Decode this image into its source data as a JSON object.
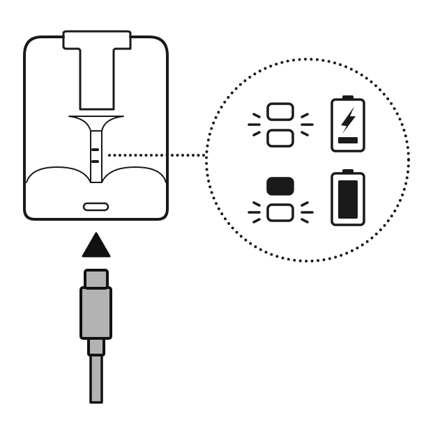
{
  "colors": {
    "ink": "#1a1a1a",
    "cable": "#b3b3b3",
    "background": "#ffffff"
  },
  "icons": [
    "charging-dock",
    "usb-port",
    "arrow-up",
    "usb-c-cable",
    "led-indicators",
    "battery-charging",
    "battery-full"
  ],
  "states": [
    {
      "leds": "both-blinking",
      "battery": "charging"
    },
    {
      "leds": "top-solid-bottom-blinking",
      "battery": "full"
    }
  ]
}
